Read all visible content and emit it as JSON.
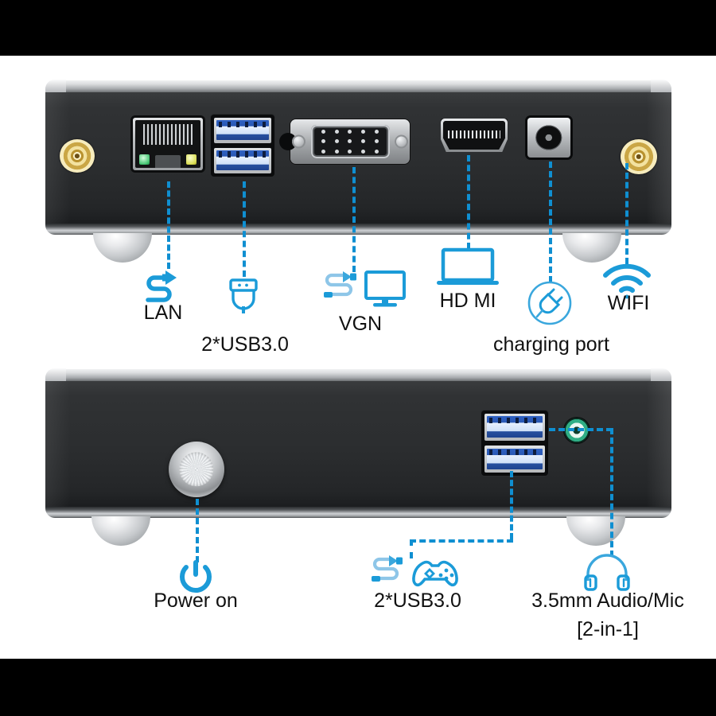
{
  "page": {
    "title": "Mini PC Port Layout Diagram",
    "accent_color": "#0f8fd1",
    "label_color": "#111111",
    "background_color": "#ffffff",
    "letterbox_color": "#000000"
  },
  "devices": [
    {
      "name": "rear-panel",
      "side": "rear",
      "ports": [
        {
          "key": "antenna_left",
          "type": "sma-antenna",
          "label": null
        },
        {
          "key": "lan",
          "type": "rj45",
          "label": "LAN"
        },
        {
          "key": "usb_rear",
          "type": "usb3-stack",
          "label": "2*USB3.0"
        },
        {
          "key": "vga",
          "type": "vga-db15",
          "label": "VGN"
        },
        {
          "key": "hdmi",
          "type": "hdmi",
          "label": "HD MI"
        },
        {
          "key": "dc_in",
          "type": "dc-barrel",
          "label": "charging port"
        },
        {
          "key": "antenna_right",
          "type": "sma-antenna",
          "label": "WIFI"
        }
      ]
    },
    {
      "name": "front-panel",
      "side": "front",
      "ports": [
        {
          "key": "power",
          "type": "power-button",
          "label": "Power on"
        },
        {
          "key": "usb_front",
          "type": "usb3-stack",
          "label": "2*USB3.0"
        },
        {
          "key": "audio",
          "type": "audio-jack",
          "label_line1": "3.5mm Audio/Mic",
          "label_line2": "[2-in-1]"
        }
      ]
    }
  ],
  "callouts": {
    "lan": {
      "label": "LAN",
      "icon": "lan-cable-icon"
    },
    "usb_rear": {
      "label": "2*USB3.0",
      "icon": "usb-plug-icon"
    },
    "vga": {
      "label": "VGN",
      "icon": "cable-monitor-icon"
    },
    "hdmi": {
      "label": "HD MI",
      "icon": "laptop-icon"
    },
    "charging": {
      "label": "charging port",
      "icon": "power-plug-circle-icon"
    },
    "wifi": {
      "label": "WIFI",
      "icon": "wifi-icon"
    },
    "power": {
      "label": "Power on",
      "icon": "power-on-icon"
    },
    "usb_front": {
      "label": "2*USB3.0",
      "icon": "cable-gamepad-icon"
    },
    "audio_line1": {
      "label": "3.5mm Audio/Mic",
      "icon": "headphones-icon"
    },
    "audio_line2": {
      "label": "[2-in-1]"
    }
  }
}
